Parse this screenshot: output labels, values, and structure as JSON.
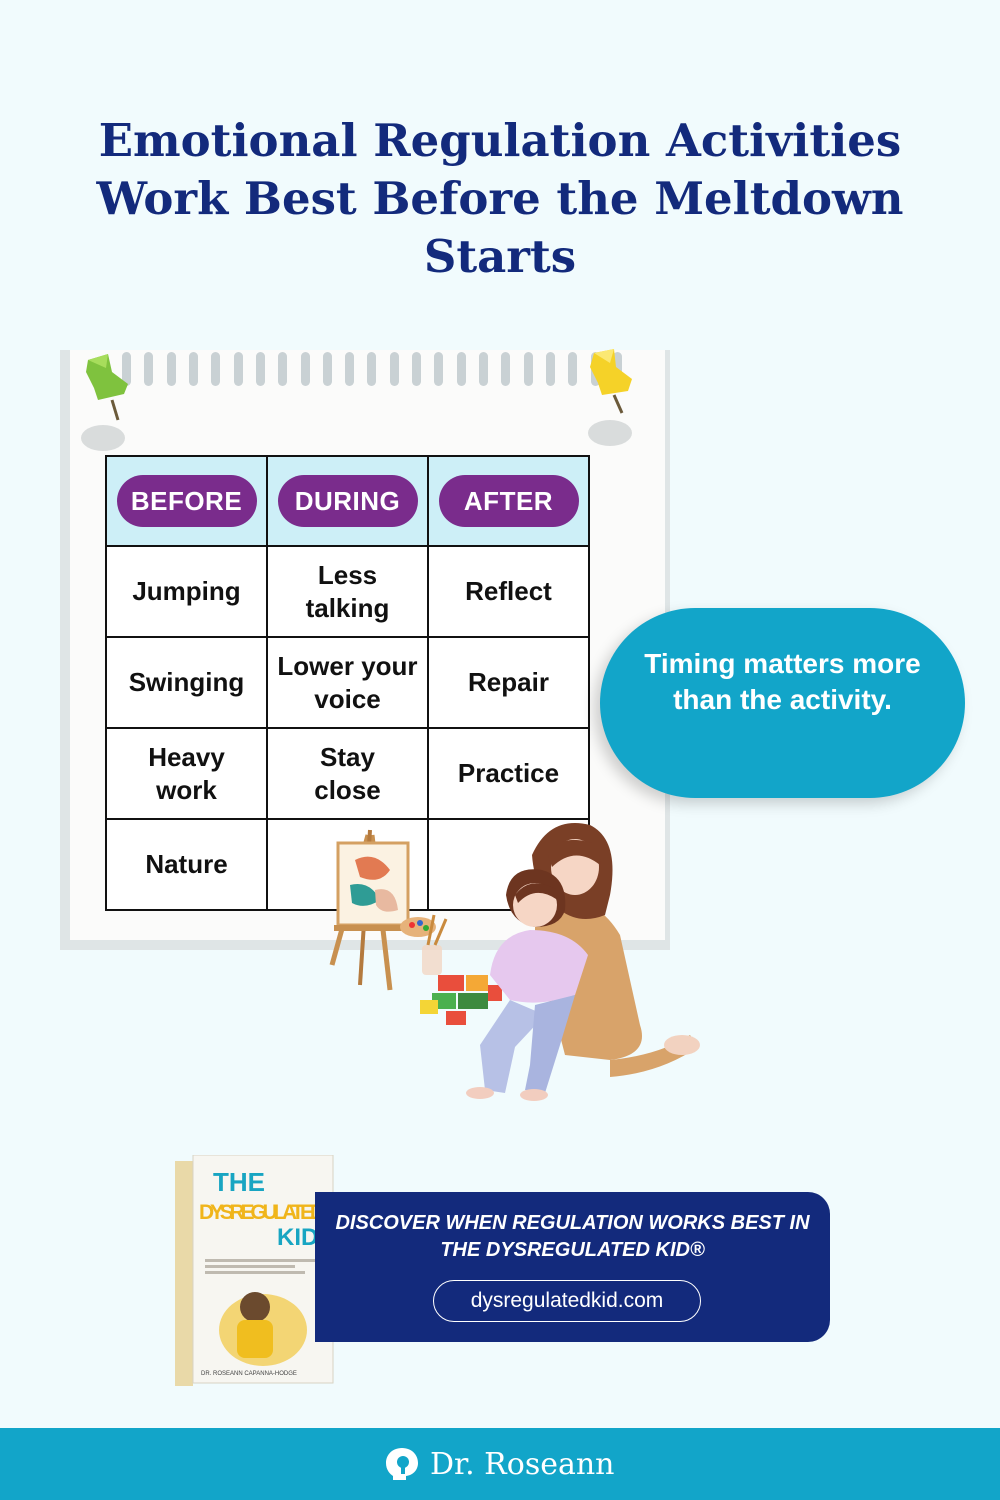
{
  "title": {
    "line1": "Emotional Regulation Activities",
    "line2": "Work Best Before the Meltdown",
    "line3": "Starts"
  },
  "table": {
    "headers": [
      "BEFORE",
      "DURING",
      "AFTER"
    ],
    "rows": [
      [
        "Jumping",
        "Less talking",
        "Reflect"
      ],
      [
        "Swinging",
        "Lower your voice",
        "Repair"
      ],
      [
        "Heavy work",
        "Stay close",
        "Practice"
      ],
      [
        "Nature",
        "",
        ""
      ]
    ]
  },
  "callout": {
    "text": "Timing matters more than the activity."
  },
  "cta": {
    "text": "Discover when regulation works best in The Dysregulated Kid®",
    "url": "dysregulatedkid.com"
  },
  "book": {
    "title_the": "THE",
    "title_dys": "DYSREGULATED",
    "title_kid": "KID",
    "author": "DR. ROSEANN CAPANNA-HODGE"
  },
  "footer": {
    "brand": "Dr. Roseann"
  },
  "colors": {
    "title": "#132a7c",
    "pill": "#7a2c8c",
    "header_cell": "#cdeff7",
    "callout": "#12a5c9",
    "cta": "#132a7c",
    "footer": "#12a5c9"
  },
  "icons": [
    "green-pushpin-icon",
    "yellow-pushpin-icon",
    "head-logo-icon"
  ]
}
